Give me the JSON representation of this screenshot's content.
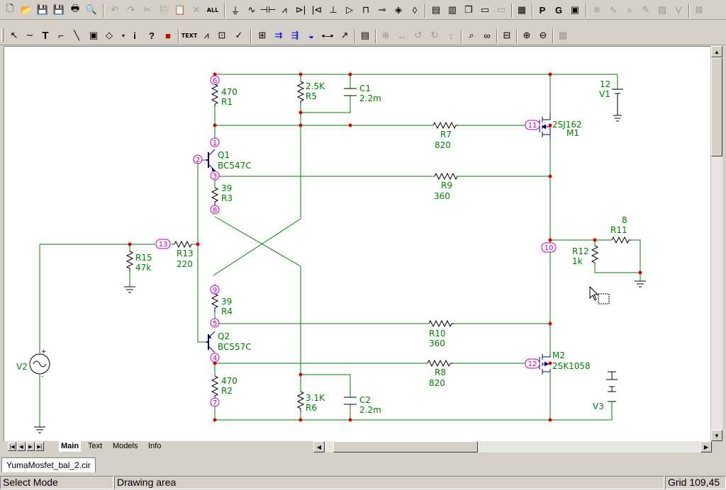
{
  "file_tab": "YumaMosfet_bal_2.cir",
  "tabs": [
    "Main",
    "Text",
    "Models",
    "Info"
  ],
  "status": {
    "mode": "Select Mode",
    "area": "Drawing area",
    "grid": "Grid 109,45"
  },
  "toolbar_text": {
    "text_tool": "TEXT",
    "p_tool": "P",
    "g_tool": "G"
  },
  "nodes": [
    "1",
    "2",
    "3",
    "4",
    "5",
    "6",
    "7",
    "8",
    "9",
    "10",
    "11",
    "12",
    "13"
  ],
  "components": {
    "R1": {
      "name": "R1",
      "value": "470"
    },
    "R2": {
      "name": "R2",
      "value": "470"
    },
    "R3": {
      "name": "R3",
      "value": "39"
    },
    "R4": {
      "name": "R4",
      "value": "39"
    },
    "R5": {
      "name": "R5",
      "value": "2.5K"
    },
    "R6": {
      "name": "R6",
      "value": "3.1K"
    },
    "R7": {
      "name": "R7",
      "value": "820"
    },
    "R8": {
      "name": "R8",
      "value": "820"
    },
    "R9": {
      "name": "R9",
      "value": "360"
    },
    "R10": {
      "name": "R10",
      "value": "360"
    },
    "R11": {
      "name": "R11",
      "value": "8"
    },
    "R12": {
      "name": "R12",
      "value": "1k"
    },
    "R13": {
      "name": "R13",
      "value": "220"
    },
    "R15": {
      "name": "R15",
      "value": "47k"
    },
    "C1": {
      "name": "C1",
      "value": "2.2m"
    },
    "C2": {
      "name": "C2",
      "value": "2.2m"
    },
    "Q1": {
      "name": "Q1",
      "value": "BC547C"
    },
    "Q2": {
      "name": "Q2",
      "value": "BC557C"
    },
    "M1": {
      "name": "M1",
      "value": "2SJ162"
    },
    "M2": {
      "name": "M2",
      "value": "2SK1058"
    },
    "V1": {
      "name": "V1",
      "value": "12"
    },
    "V2": {
      "name": "V2"
    },
    "V3": {
      "name": "V3"
    }
  },
  "colors": {
    "wire": "#008000",
    "junction": "#e00000",
    "node_label": "#c000c0",
    "device": "#000080",
    "text": "#008000"
  }
}
